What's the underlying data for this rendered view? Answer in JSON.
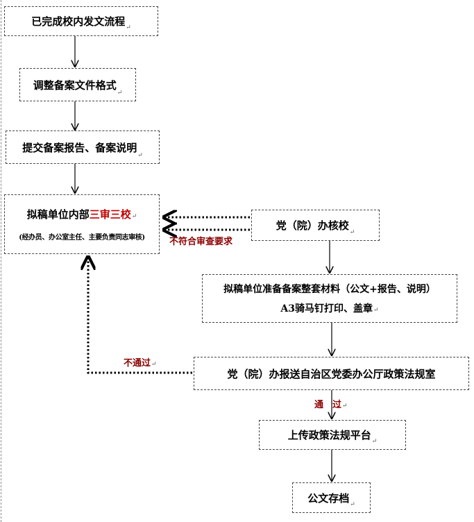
{
  "nodes": {
    "n1": "已完成校内发文流程",
    "n2": "调整备案文件格式",
    "n3": "提交备案报告、备案说明",
    "n4": {
      "prefix": "拟稿单位内部",
      "highlight": "三审三校",
      "sub": "(经办员、办公室主任、主要负责同志审核)"
    },
    "n5": "党（院）办核校",
    "n6": {
      "line1": "拟稿单位准备备案整套材料（公文+报告、说明）",
      "line2": "A3骑马钉打印、盖章"
    },
    "n7": "党（院）办报送自治区党委办公厅政策法规室",
    "n8": "上传政策法规平台",
    "n9": "公文存档"
  },
  "edge_labels": {
    "reject_format": "不符合审查要求",
    "not_passed": "不通过",
    "passed": "通　过"
  },
  "colors": {
    "highlight": "#c00000",
    "label": "#8b0000"
  },
  "para_mark": "↵"
}
